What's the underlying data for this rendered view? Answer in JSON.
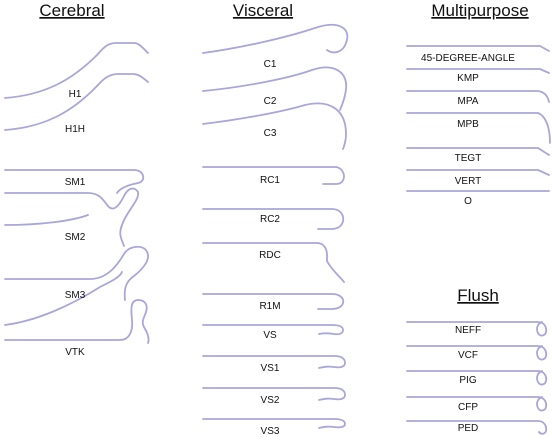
{
  "colors": {
    "catheter": "#a9a6da",
    "text": "#111111",
    "background": "#ffffff"
  },
  "groups": [
    {
      "id": "cerebral",
      "heading": "Cerebral",
      "items": [
        {
          "label": "H1",
          "shape": "h1"
        },
        {
          "label": "H1H",
          "shape": "h1h"
        },
        {
          "label": "SM1",
          "shape": "sm1"
        },
        {
          "label": "SM2",
          "shape": "sm2"
        },
        {
          "label": "SM3",
          "shape": "sm3"
        },
        {
          "label": "VTK",
          "shape": "vtk"
        }
      ]
    },
    {
      "id": "visceral",
      "heading": "Visceral",
      "items": [
        {
          "label": "C1",
          "shape": "c1"
        },
        {
          "label": "C2",
          "shape": "c2"
        },
        {
          "label": "C3",
          "shape": "c3"
        },
        {
          "label": "RC1",
          "shape": "rc1"
        },
        {
          "label": "RC2",
          "shape": "rc2"
        },
        {
          "label": "RDC",
          "shape": "rdc"
        },
        {
          "label": "R1M",
          "shape": "r1m"
        },
        {
          "label": "VS",
          "shape": "vs"
        },
        {
          "label": "VS1",
          "shape": "vs1"
        },
        {
          "label": "VS2",
          "shape": "vs2"
        },
        {
          "label": "VS3",
          "shape": "vs3"
        }
      ]
    },
    {
      "id": "multipurpose",
      "heading": "Multipurpose",
      "items": [
        {
          "label": "45-DEGREE-ANGLE",
          "shape": "m45"
        },
        {
          "label": "KMP",
          "shape": "kmp"
        },
        {
          "label": "MPA",
          "shape": "mpa"
        },
        {
          "label": "MPB",
          "shape": "mpb"
        },
        {
          "label": "TEGT",
          "shape": "tegt"
        },
        {
          "label": "VERT",
          "shape": "vert"
        },
        {
          "label": "O",
          "shape": "o"
        }
      ]
    },
    {
      "id": "flush",
      "heading": "Flush",
      "items": [
        {
          "label": "NEFF",
          "shape": "neff"
        },
        {
          "label": "VCF",
          "shape": "vcf"
        },
        {
          "label": "PIG",
          "shape": "pig"
        },
        {
          "label": "CFP",
          "shape": "cfp"
        },
        {
          "label": "PED",
          "shape": "ped"
        }
      ]
    }
  ]
}
